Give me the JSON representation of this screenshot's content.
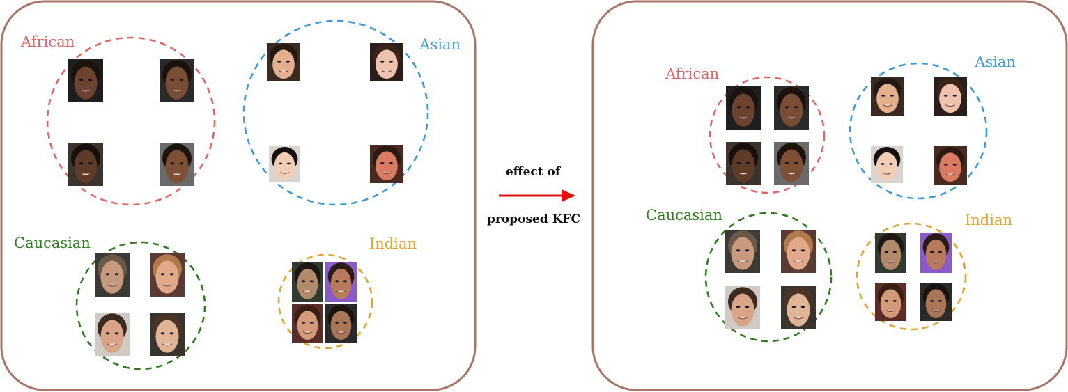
{
  "colors": {
    "panel_border": "#a87468",
    "african": "#e06666",
    "asian": "#3d9ad6",
    "caucasian": "#2e7d1e",
    "indian": "#e0a530",
    "arrow": "#e01010"
  },
  "panels": [
    {
      "groups": [
        {
          "key": "african",
          "label": "African",
          "faces": [
            "face-african-1",
            "face-african-2",
            "face-african-3",
            "face-african-4"
          ]
        },
        {
          "key": "asian",
          "label": "Asian",
          "faces": [
            "face-asian-1",
            "face-asian-2",
            "face-asian-3",
            "face-asian-4"
          ]
        },
        {
          "key": "caucasian",
          "label": "Caucasian",
          "faces": [
            "face-caucasian-1",
            "face-caucasian-2",
            "face-caucasian-3",
            "face-caucasian-4"
          ]
        },
        {
          "key": "indian",
          "label": "Indian",
          "faces": [
            "face-indian-1",
            "face-indian-2",
            "face-indian-3",
            "face-indian-4"
          ]
        }
      ]
    },
    {
      "groups": [
        {
          "key": "african",
          "label": "African",
          "faces": [
            "face-african-1",
            "face-african-2",
            "face-african-3",
            "face-african-4"
          ]
        },
        {
          "key": "asian",
          "label": "Asian",
          "faces": [
            "face-asian-1",
            "face-asian-2",
            "face-asian-3",
            "face-asian-4"
          ]
        },
        {
          "key": "caucasian",
          "label": "Caucasian",
          "faces": [
            "face-caucasian-1",
            "face-caucasian-2",
            "face-caucasian-3",
            "face-caucasian-4"
          ]
        },
        {
          "key": "indian",
          "label": "Indian",
          "faces": [
            "face-indian-1",
            "face-indian-2",
            "face-indian-3",
            "face-indian-4"
          ]
        }
      ]
    }
  ],
  "arrow": {
    "line1": "effect of",
    "line2": "proposed KFC"
  }
}
